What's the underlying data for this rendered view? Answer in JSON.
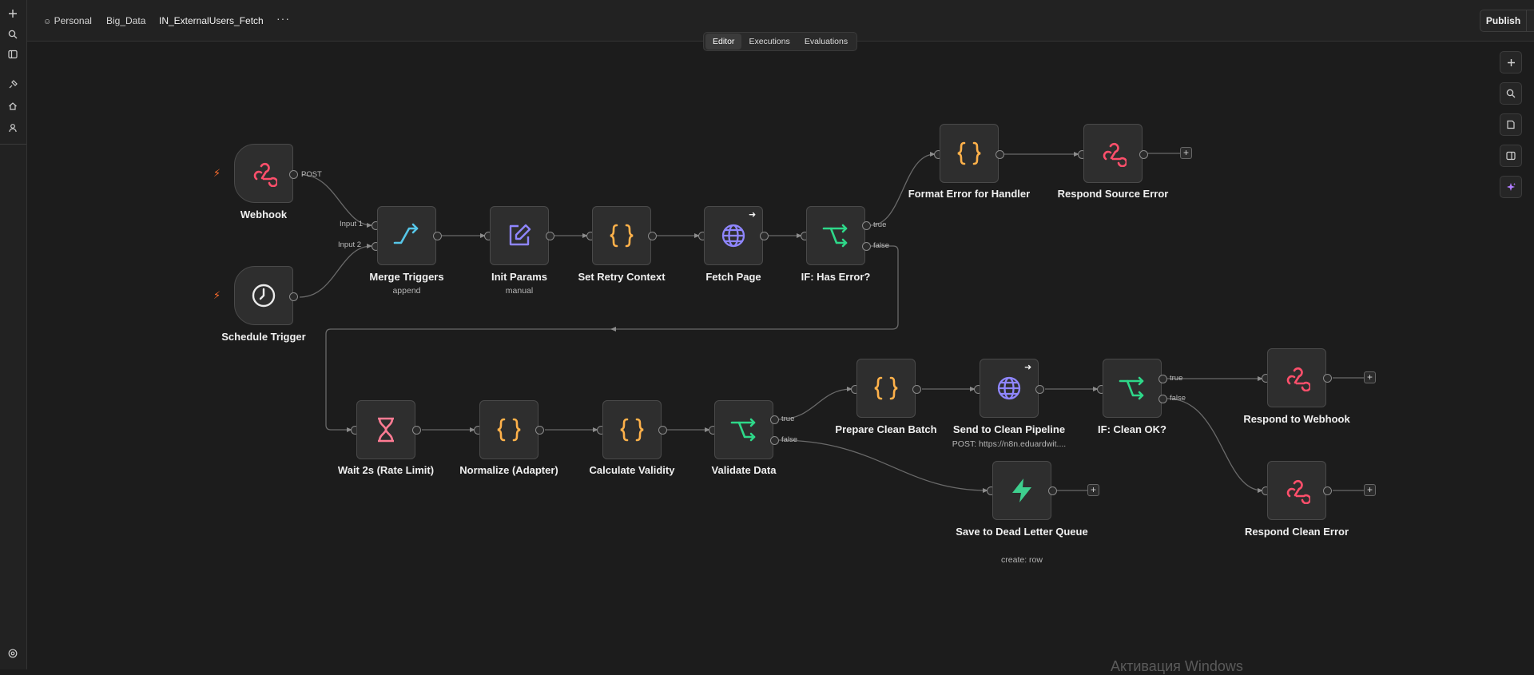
{
  "breadcrumb": {
    "project": "Personal",
    "folder": "Big_Data",
    "workflow": "IN_ExternalUsers_Fetch"
  },
  "header": {
    "more": "···",
    "publish": "Publish"
  },
  "tabs": [
    {
      "label": "Editor"
    },
    {
      "label": "Executions"
    },
    {
      "label": "Evaluations"
    }
  ],
  "nodes": {
    "webhook": {
      "label": "Webhook",
      "port": "POST"
    },
    "schedule": {
      "label": "Schedule Trigger"
    },
    "merge": {
      "label": "Merge Triggers",
      "sub": "append",
      "in1": "Input 1",
      "in2": "Input 2"
    },
    "init": {
      "label": "Init Params",
      "sub": "manual"
    },
    "retry": {
      "label": "Set Retry Context"
    },
    "fetch": {
      "label": "Fetch Page"
    },
    "iferr": {
      "label": "IF: Has Error?",
      "t": "true",
      "f": "false"
    },
    "formaterr": {
      "label": "Format Error for Handler"
    },
    "respsrc": {
      "label": "Respond Source Error"
    },
    "wait": {
      "label": "Wait 2s (Rate Limit)"
    },
    "normalize": {
      "label": "Normalize (Adapter)"
    },
    "calc": {
      "label": "Calculate Validity"
    },
    "validate": {
      "label": "Validate Data",
      "t": "true",
      "f": "false"
    },
    "prepare": {
      "label": "Prepare Clean Batch"
    },
    "send": {
      "label": "Send to Clean Pipeline",
      "sub": "POST: https://n8n.eduardwit...."
    },
    "ifclean": {
      "label": "IF: Clean OK?",
      "t": "true",
      "f": "false"
    },
    "respwh": {
      "label": "Respond to Webhook"
    },
    "respclean": {
      "label": "Respond Clean Error"
    },
    "dlq": {
      "label": "Save to Dead Letter Queue",
      "sub": "create: row"
    }
  },
  "watermark": "Активация Windows",
  "colors": {
    "webhook": "#ff4f6b",
    "code": "#ffb14a",
    "http": "#8f86ff",
    "if": "#2ed889",
    "merge": "#56c6e8",
    "edit": "#8f86ff",
    "wait": "#ff7b93",
    "trigger_bolt": "#ff6d2d",
    "supabase": "#3ecf8e"
  }
}
